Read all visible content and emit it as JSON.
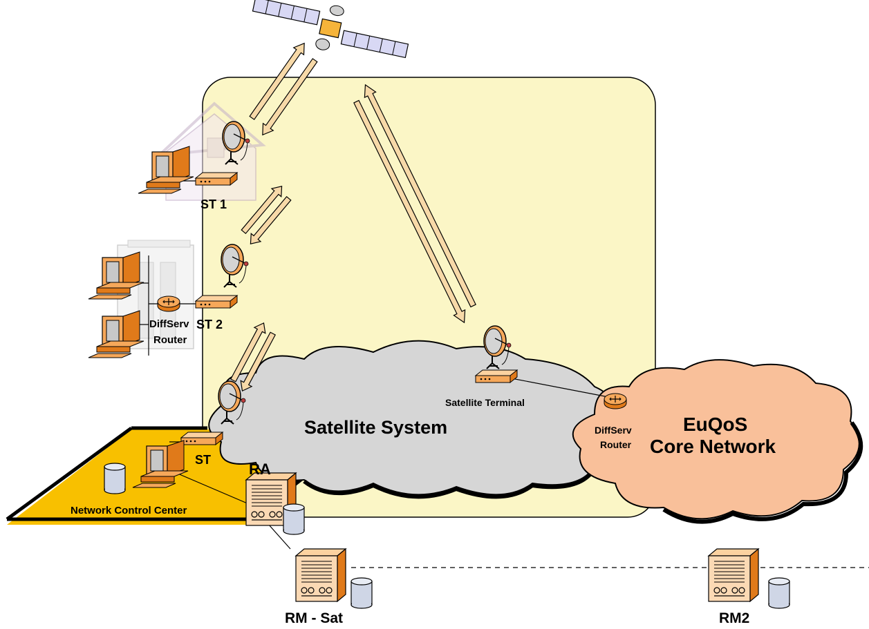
{
  "labels": {
    "st1": "ST 1",
    "st2": "ST 2",
    "diffserv_router_left_line1": "DiffServ",
    "diffserv_router_left_line2": "Router",
    "satellite_terminal": "Satellite Terminal",
    "satellite_system": "Satellite System",
    "diffserv_router_right_line1": "DiffServ",
    "diffserv_router_right_line2": "Router",
    "euqos_line1": "EuQoS",
    "euqos_line2": "Core Network",
    "st": "ST",
    "ra": "RA",
    "network_control_center": "Network Control Center",
    "rm_sat": "RM - Sat",
    "rm2": "RM2"
  },
  "colors": {
    "satellite_area": "#fbf6c6",
    "cloud_grey": "#d6d6d6",
    "cloud_orange": "#f9c09a",
    "ncc_yellow": "#f8c000",
    "equipment_orange": "#f6a85a",
    "link_arrow": "#f7d9a8"
  }
}
